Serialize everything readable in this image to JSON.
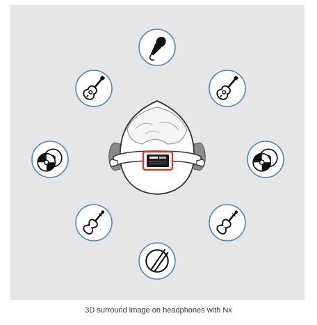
{
  "caption": "3D surround image on headphones with Nx",
  "colors": {
    "background": "#e6e6e6",
    "circle_stroke": "#4f86b8",
    "circle_fill": "#ffffff",
    "icon": "#111111",
    "device_highlight": "#d23a2a"
  },
  "sources": [
    {
      "position": "top",
      "icon": "microphone-icon"
    },
    {
      "position": "top-left",
      "icon": "acoustic-guitar-icon"
    },
    {
      "position": "top-right",
      "icon": "acoustic-guitar-icon"
    },
    {
      "position": "left",
      "icon": "compact-disc-icon"
    },
    {
      "position": "right",
      "icon": "compact-disc-icon"
    },
    {
      "position": "bottom-left",
      "icon": "violin-icon"
    },
    {
      "position": "bottom-right",
      "icon": "violin-icon"
    },
    {
      "position": "bottom",
      "icon": "drum-icon"
    }
  ],
  "listener": {
    "icon": "head-with-headphones-icon",
    "device_icon": "nx-tracker-icon"
  }
}
